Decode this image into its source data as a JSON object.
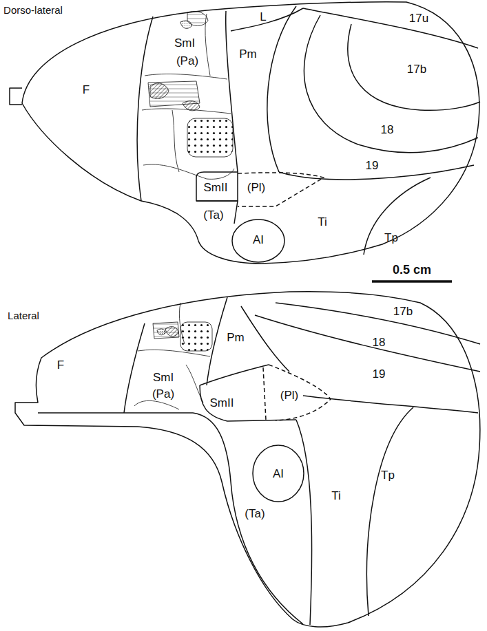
{
  "diagram": {
    "labels": [
      "Dorso-lateral",
      "F",
      "L",
      "17u",
      "17b",
      "18",
      "19",
      "Pm",
      "SmI",
      "(Pa)",
      "SmII",
      "(Pl)",
      "(Ta)",
      "AI",
      "Ti",
      "Tp",
      "0.5 cm",
      "Lateral",
      "F",
      "17b",
      "18",
      "19",
      "Pm",
      "SmI",
      "(Pa)",
      "SmII",
      "(Pl)",
      "AI",
      "(Ta)",
      "Ti",
      "Tp"
    ]
  }
}
